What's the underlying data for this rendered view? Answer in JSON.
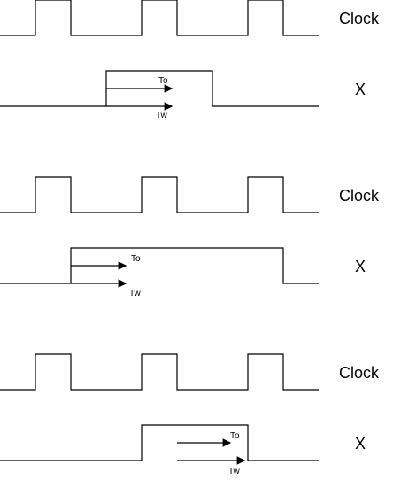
{
  "diagrams": [
    {
      "clock_label": "Clock",
      "x_label": "X",
      "to_label": "To",
      "tw_label": "Tw"
    },
    {
      "clock_label": "Clock",
      "x_label": "X",
      "to_label": "To",
      "tw_label": "Tw"
    },
    {
      "clock_label": "Clock",
      "x_label": "X",
      "to_label": "To",
      "tw_label": "Tw"
    }
  ],
  "colors": {
    "line": "#000000",
    "background": "#ffffff"
  }
}
